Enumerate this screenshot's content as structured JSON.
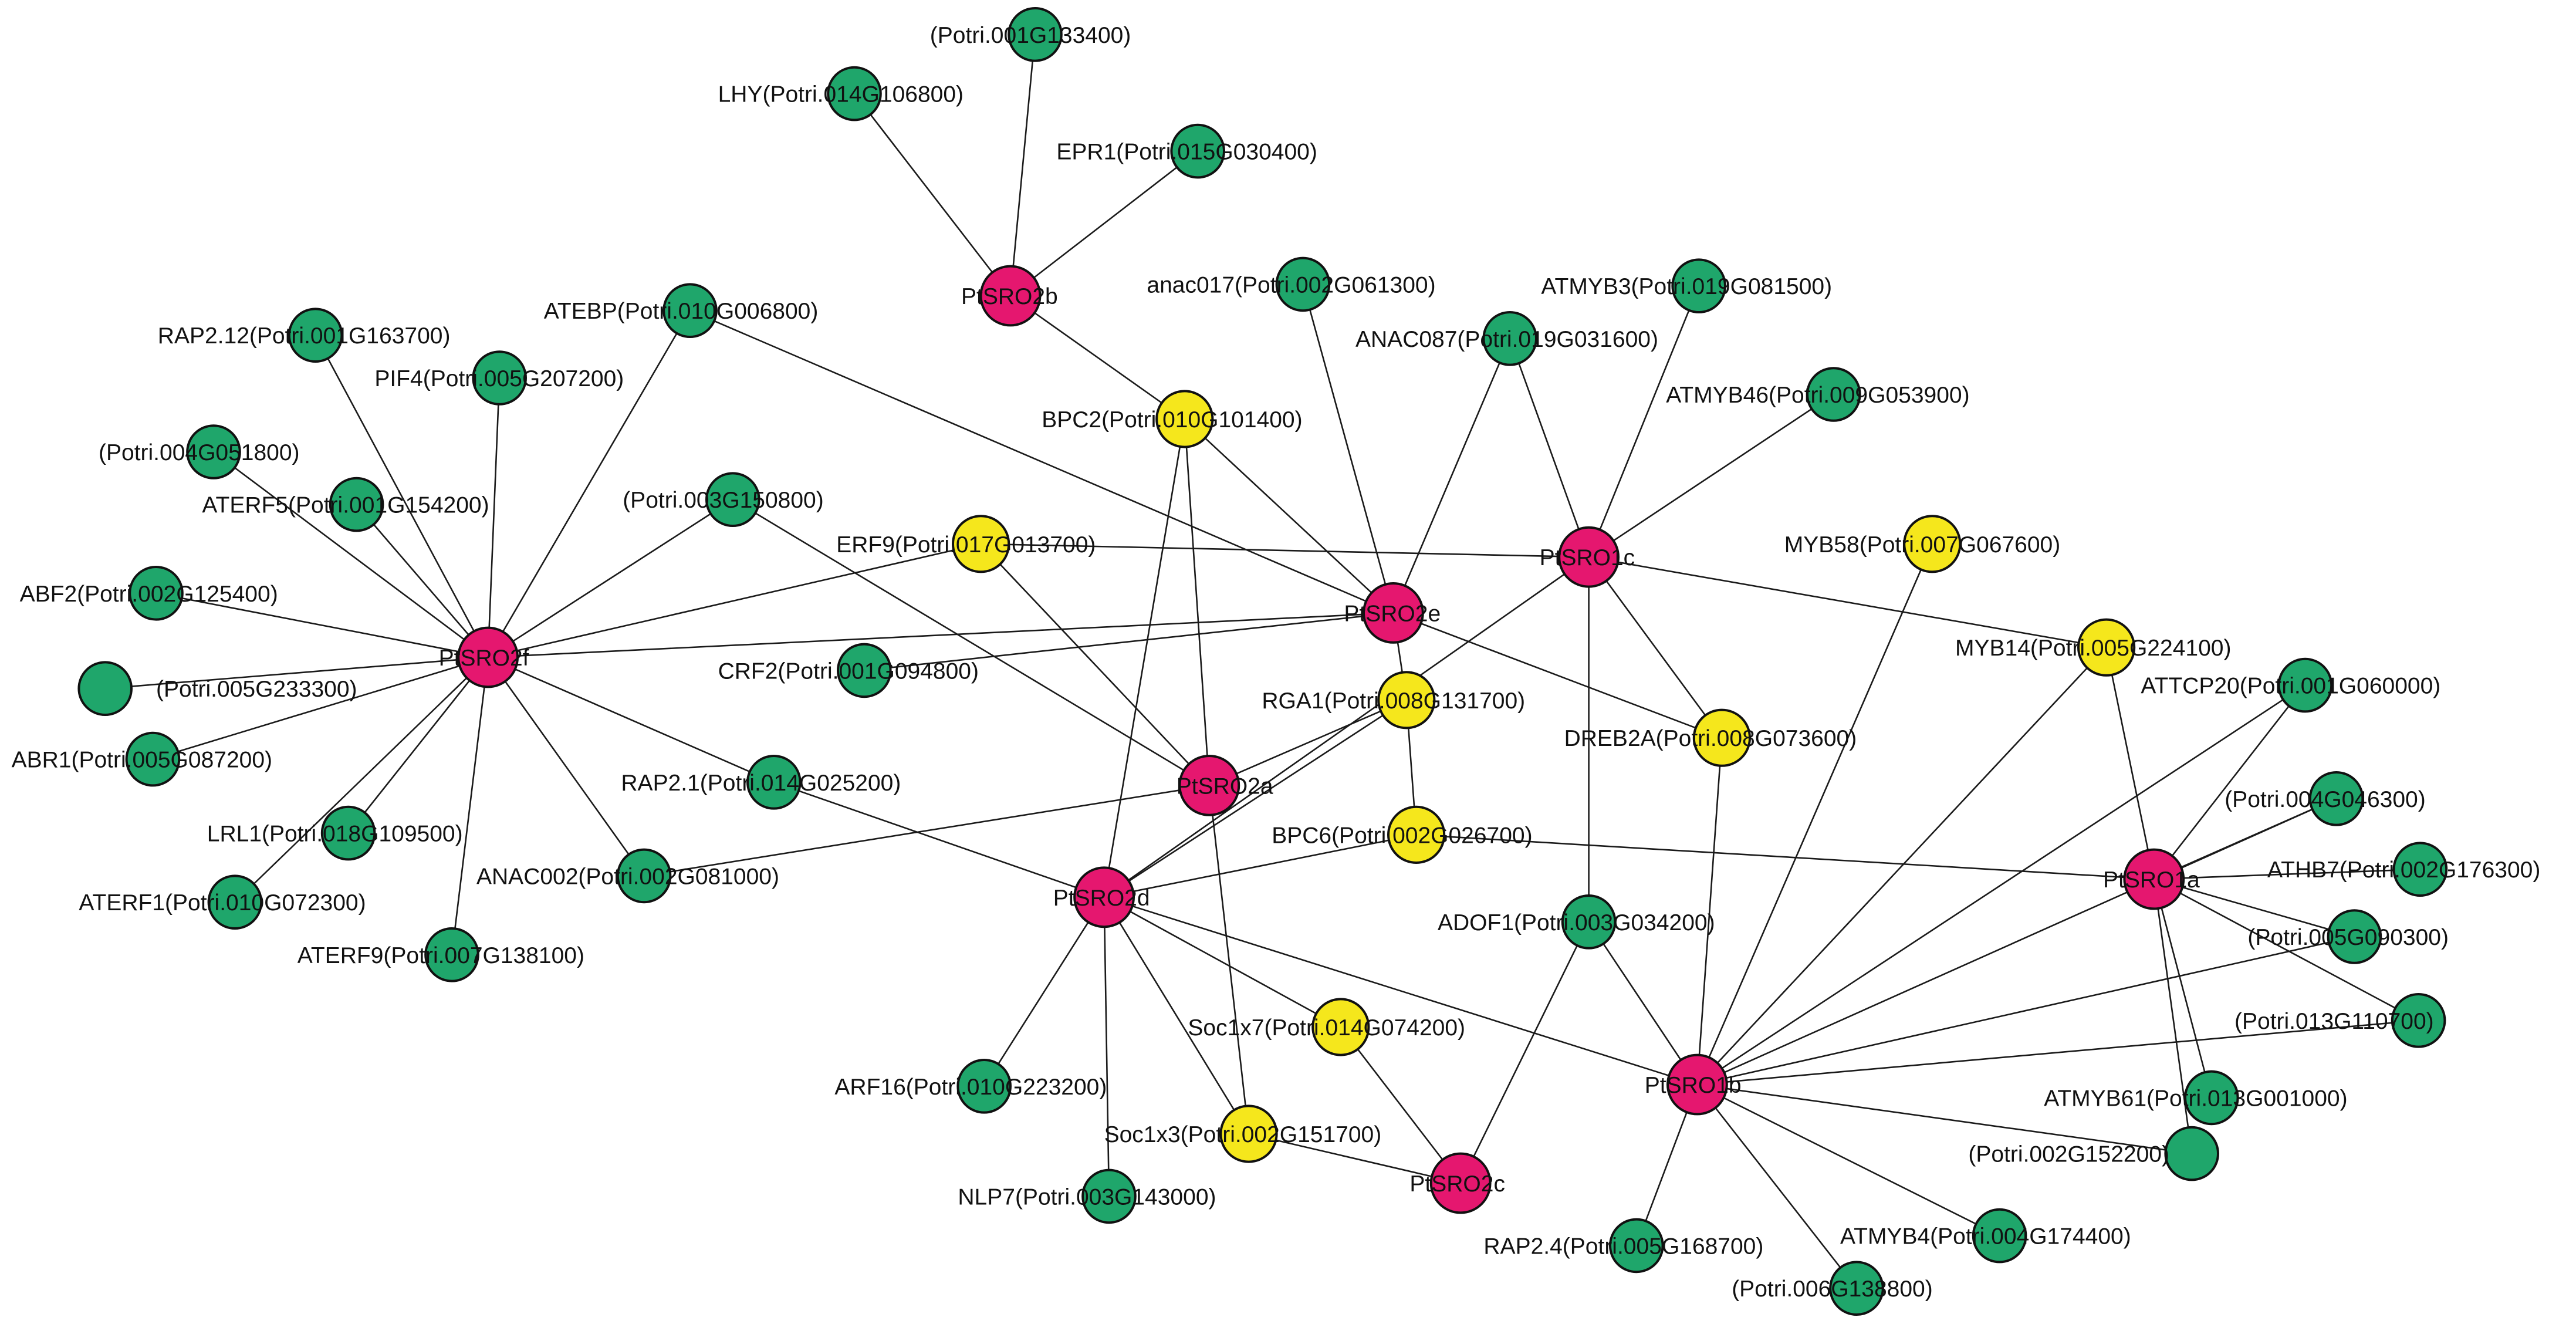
{
  "colors": {
    "hub": "#e5176f",
    "yellow": "#f5e71c",
    "green": "#1fa66b"
  },
  "nodes": [
    {
      "id": "PtSRO2b",
      "label": "PtSRO2b",
      "type": "hub"
    },
    {
      "id": "PtSRO2f",
      "label": "PtSRO2f",
      "type": "hub"
    },
    {
      "id": "PtSRO2e",
      "label": "PtSRO2e",
      "type": "hub"
    },
    {
      "id": "PtSRO1c",
      "label": "PtSRO1c",
      "type": "hub"
    },
    {
      "id": "PtSRO2a",
      "label": "PtSRO2a",
      "type": "hub"
    },
    {
      "id": "PtSRO2d",
      "label": "PtSRO2d",
      "type": "hub"
    },
    {
      "id": "PtSRO1a",
      "label": "PtSRO1a",
      "type": "hub"
    },
    {
      "id": "PtSRO1b",
      "label": "PtSRO1b",
      "type": "hub"
    },
    {
      "id": "PtSRO2c",
      "label": "PtSRO2c",
      "type": "hub"
    },
    {
      "id": "BPC2",
      "label": "BPC2(Potri.010G101400)",
      "type": "yellow"
    },
    {
      "id": "ERF9",
      "label": "ERF9(Potri.017G013700)",
      "type": "yellow"
    },
    {
      "id": "RGA1",
      "label": "RGA1(Potri.008G131700)",
      "type": "yellow"
    },
    {
      "id": "BPC6",
      "label": "BPC6(Potri.002G026700)",
      "type": "yellow"
    },
    {
      "id": "DREB2A",
      "label": "DREB2A(Potri.008G073600)",
      "type": "yellow"
    },
    {
      "id": "MYB58",
      "label": "MYB58(Potri.007G067600)",
      "type": "yellow"
    },
    {
      "id": "MYB14",
      "label": "MYB14(Potri.005G224100)",
      "type": "yellow"
    },
    {
      "id": "Soc1x7",
      "label": "Soc1x7(Potri.014G074200)",
      "type": "yellow"
    },
    {
      "id": "Soc1x3",
      "label": "Soc1x3(Potri.002G151700)",
      "type": "yellow"
    },
    {
      "id": "P001G133400",
      "label": "(Potri.001G133400)",
      "type": "green"
    },
    {
      "id": "LHY",
      "label": "LHY(Potri.014G106800)",
      "type": "green"
    },
    {
      "id": "EPR1",
      "label": "EPR1(Potri.015G030400)",
      "type": "green"
    },
    {
      "id": "anac017",
      "label": "anac017(Potri.002G061300)",
      "type": "green"
    },
    {
      "id": "ATMYB3",
      "label": "ATMYB3(Potri.019G081500)",
      "type": "green"
    },
    {
      "id": "ANAC087",
      "label": "ANAC087(Potri.019G031600)",
      "type": "green"
    },
    {
      "id": "ATMYB46",
      "label": "ATMYB46(Potri.009G053900)",
      "type": "green"
    },
    {
      "id": "ATEBP",
      "label": "ATEBP(Potri.010G006800)",
      "type": "green"
    },
    {
      "id": "RAP2_12",
      "label": "RAP2.12(Potri.001G163700)",
      "type": "green"
    },
    {
      "id": "PIF4",
      "label": "PIF4(Potri.005G207200)",
      "type": "green"
    },
    {
      "id": "P004G051800",
      "label": "(Potri.004G051800)",
      "type": "green"
    },
    {
      "id": "ATERF5",
      "label": "ATERF5(Potri.001G154200)",
      "type": "green"
    },
    {
      "id": "P003G150800",
      "label": "(Potri.003G150800)",
      "type": "green"
    },
    {
      "id": "ABF2",
      "label": "ABF2(Potri.002G125400)",
      "type": "green"
    },
    {
      "id": "P005G233300",
      "label": "(Potri.005G233300)",
      "type": "green"
    },
    {
      "id": "CRF2",
      "label": "CRF2(Potri.001G094800)",
      "type": "green"
    },
    {
      "id": "ABR1",
      "label": "ABR1(Potri.005G087200)",
      "type": "green"
    },
    {
      "id": "RAP2_1",
      "label": "RAP2.1(Potri.014G025200)",
      "type": "green"
    },
    {
      "id": "LRL1",
      "label": "LRL1(Potri.018G109500)",
      "type": "green"
    },
    {
      "id": "ANAC002",
      "label": "ANAC002(Potri.002G081000)",
      "type": "green"
    },
    {
      "id": "ATERF1",
      "label": "ATERF1(Potri.010G072300)",
      "type": "green"
    },
    {
      "id": "ATERF9",
      "label": "ATERF9(Potri.007G138100)",
      "type": "green"
    },
    {
      "id": "ATTCP20",
      "label": "ATTCP20(Potri.001G060000)",
      "type": "green"
    },
    {
      "id": "P004G046300",
      "label": "(Potri.004G046300)",
      "type": "green"
    },
    {
      "id": "ATHB7",
      "label": "ATHB7(Potri.002G176300)",
      "type": "green"
    },
    {
      "id": "P005G090300",
      "label": "(Potri.005G090300)",
      "type": "green"
    },
    {
      "id": "P013G110700",
      "label": "(Potri.013G110700)",
      "type": "green"
    },
    {
      "id": "ATMYB61",
      "label": "ATMYB61(Potri.013G001000)",
      "type": "green"
    },
    {
      "id": "P002G152200",
      "label": "(Potri.002G152200)",
      "type": "green"
    },
    {
      "id": "ADOF1",
      "label": "ADOF1(Potri.003G034200)",
      "type": "green"
    },
    {
      "id": "ARF16",
      "label": "ARF16(Potri.010G223200)",
      "type": "green"
    },
    {
      "id": "NLP7",
      "label": "NLP7(Potri.003G143000)",
      "type": "green"
    },
    {
      "id": "RAP2_4",
      "label": "RAP2.4(Potri.005G168700)",
      "type": "green"
    },
    {
      "id": "ATMYB4",
      "label": "ATMYB4(Potri.004G174400)",
      "type": "green"
    },
    {
      "id": "P006G138800",
      "label": "(Potri.006G138800)",
      "type": "green"
    }
  ],
  "edges": [
    [
      "PtSRO2b",
      "P001G133400"
    ],
    [
      "PtSRO2b",
      "LHY"
    ],
    [
      "PtSRO2b",
      "EPR1"
    ],
    [
      "PtSRO2b",
      "BPC2"
    ],
    [
      "PtSRO2f",
      "RAP2_12"
    ],
    [
      "PtSRO2f",
      "PIF4"
    ],
    [
      "PtSRO2f",
      "P004G051800"
    ],
    [
      "PtSRO2f",
      "ATERF5"
    ],
    [
      "PtSRO2f",
      "ATEBP"
    ],
    [
      "PtSRO2f",
      "P003G150800"
    ],
    [
      "PtSRO2f",
      "ABF2"
    ],
    [
      "PtSRO2f",
      "P005G233300"
    ],
    [
      "PtSRO2f",
      "ABR1"
    ],
    [
      "PtSRO2f",
      "LRL1"
    ],
    [
      "PtSRO2f",
      "ATERF1"
    ],
    [
      "PtSRO2f",
      "ATERF9"
    ],
    [
      "PtSRO2f",
      "ANAC002"
    ],
    [
      "PtSRO2f",
      "RAP2_1"
    ],
    [
      "PtSRO2f",
      "ERF9"
    ],
    [
      "PtSRO2f",
      "PtSRO2e"
    ],
    [
      "PtSRO2e",
      "ATEBP"
    ],
    [
      "PtSRO2e",
      "BPC2"
    ],
    [
      "PtSRO2e",
      "anac017"
    ],
    [
      "PtSRO2e",
      "ANAC087"
    ],
    [
      "PtSRO2e",
      "CRF2"
    ],
    [
      "PtSRO2e",
      "RGA1"
    ],
    [
      "PtSRO2e",
      "DREB2A"
    ],
    [
      "PtSRO1c",
      "ATMYB3"
    ],
    [
      "PtSRO1c",
      "ANAC087"
    ],
    [
      "PtSRO1c",
      "ATMYB46"
    ],
    [
      "PtSRO1c",
      "ERF9"
    ],
    [
      "PtSRO1c",
      "MYB14"
    ],
    [
      "PtSRO1c",
      "DREB2A"
    ],
    [
      "PtSRO1c",
      "ADOF1"
    ],
    [
      "PtSRO1c",
      "PtSRO2d"
    ],
    [
      "PtSRO2a",
      "ERF9"
    ],
    [
      "PtSRO2a",
      "P003G150800"
    ],
    [
      "PtSRO2a",
      "BPC2"
    ],
    [
      "PtSRO2a",
      "RGA1"
    ],
    [
      "PtSRO2a",
      "ANAC002"
    ],
    [
      "PtSRO2a",
      "Soc1x3"
    ],
    [
      "PtSRO2d",
      "BPC2"
    ],
    [
      "PtSRO2d",
      "RAP2_1"
    ],
    [
      "PtSRO2d",
      "RGA1"
    ],
    [
      "PtSRO2d",
      "BPC6"
    ],
    [
      "PtSRO2d",
      "ARF16"
    ],
    [
      "PtSRO2d",
      "NLP7"
    ],
    [
      "PtSRO2d",
      "Soc1x7"
    ],
    [
      "PtSRO2d",
      "Soc1x3"
    ],
    [
      "PtSRO2d",
      "PtSRO1b"
    ],
    [
      "RGA1",
      "BPC6"
    ],
    [
      "BPC6",
      "PtSRO1a"
    ],
    [
      "Soc1x7",
      "PtSRO2c"
    ],
    [
      "Soc1x3",
      "PtSRO2c"
    ],
    [
      "PtSRO2c",
      "ADOF1"
    ],
    [
      "PtSRO1a",
      "MYB14"
    ],
    [
      "PtSRO1a",
      "ATTCP20"
    ],
    [
      "PtSRO1a",
      "P004G046300"
    ],
    [
      "PtSRO1a",
      "ATHB7"
    ],
    [
      "PtSRO1a",
      "P005G090300"
    ],
    [
      "PtSRO1a",
      "P013G110700"
    ],
    [
      "PtSRO1a",
      "ATMYB61"
    ],
    [
      "PtSRO1a",
      "P002G152200"
    ],
    [
      "PtSRO1b",
      "MYB58"
    ],
    [
      "PtSRO1b",
      "MYB14"
    ],
    [
      "PtSRO1b",
      "DREB2A"
    ],
    [
      "PtSRO1b",
      "ADOF1"
    ],
    [
      "PtSRO1b",
      "ATTCP20"
    ],
    [
      "PtSRO1b",
      "P004G046300"
    ],
    [
      "PtSRO1b",
      "P005G090300"
    ],
    [
      "PtSRO1b",
      "P013G110700"
    ],
    [
      "PtSRO1b",
      "P002G152200"
    ],
    [
      "PtSRO1b",
      "RAP2_4"
    ],
    [
      "PtSRO1b",
      "ATMYB4"
    ],
    [
      "PtSRO1b",
      "P006G138800"
    ]
  ]
}
